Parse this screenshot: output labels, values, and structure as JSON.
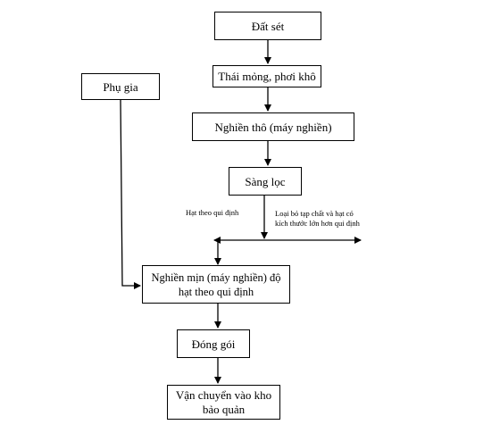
{
  "nodes": {
    "dat_set": "Đất sét",
    "thai_mong": "Thái mỏng, phơi khô",
    "nghien_tho": "Nghiền thô (máy nghiền)",
    "sang_loc": "Sàng lọc",
    "phu_gia": "Phụ gia",
    "nghien_min_line1": "Nghiền mịn (máy nghiền) độ",
    "nghien_min_line2": "hạt theo qui định",
    "dong_goi": "Đóng gói",
    "van_chuyen_line1": "Vận chuyển vào kho",
    "van_chuyen_line2": "bảo quản"
  },
  "labels": {
    "hat_theo": "Hạt theo qui định",
    "loai_bo_line1": "Loại bỏ tạp chất và hạt có",
    "loai_bo_line2": "kích thước lớn hơn qui định"
  }
}
